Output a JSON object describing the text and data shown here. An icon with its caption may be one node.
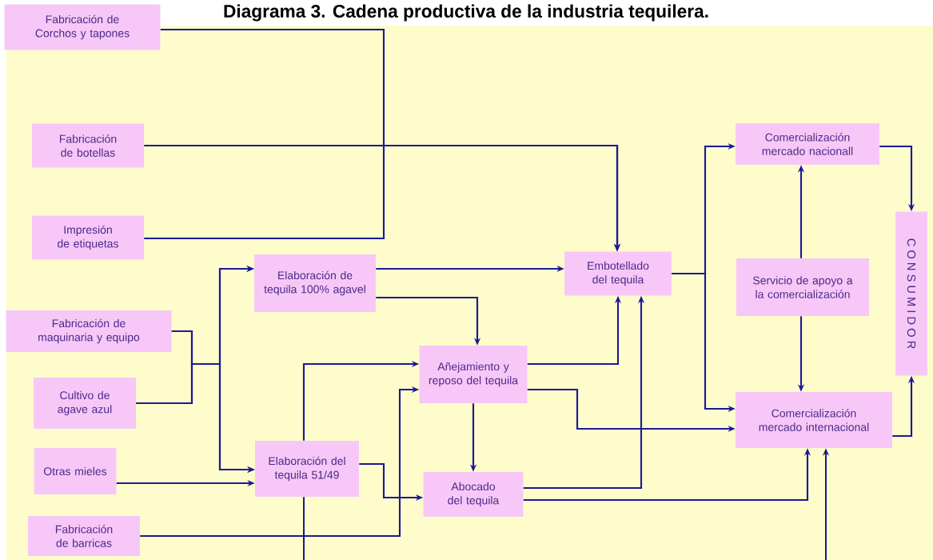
{
  "diagram": {
    "title": "Diagrama 3. Cadena productiva de la industria tequilera.",
    "nodes": [
      {
        "text": [
          "Fabricación de Corchos y tapones"
        ]
      },
      {
        "text": [
          "Fabricación de botellas"
        ]
      },
      {
        "text": [
          "Impresión de etiquetas"
        ]
      },
      {
        "text": [
          "Elaboración de tequila 100% agavel"
        ]
      },
      {
        "text": [
          "Fabricación de maquinaria y equipo"
        ]
      },
      {
        "text": [
          "Cultivo de agave azul"
        ]
      },
      {
        "text": [
          "Otras mieles"
        ]
      },
      {
        "text": [
          "Elaboración del tequila 51/49"
        ]
      },
      {
        "text": [
          "Fabricación de barricas"
        ]
      },
      {
        "text": [
          "Añejamiento y reposo del tequila"
        ]
      },
      {
        "text": [
          "Abocado del tequila"
        ]
      },
      {
        "text": [
          "Embotellado del tequila"
        ]
      },
      {
        "text": [
          "Comercialización mercado nacionall"
        ]
      },
      {
        "text": [
          "Servicio de apoyo a la comercialización"
        ]
      },
      {
        "text": [
          "C O N S U M I D O R"
        ]
      },
      {
        "text": [
          "Comercialización mercado internacional"
        ]
      }
    ],
    "edges": [
      {
        "from": 0,
        "to": 11,
        "arrow": "to"
      },
      {
        "from": 1,
        "to": 11,
        "arrow": "to"
      },
      {
        "from": 2,
        "to": 11,
        "arrow": "to"
      },
      {
        "from": 4,
        "to": 3,
        "arrow": "to"
      },
      {
        "from": 4,
        "to": 7,
        "arrow": "to"
      },
      {
        "from": 5,
        "to": 3,
        "arrow": "to"
      },
      {
        "from": 5,
        "to": 7,
        "arrow": "to"
      },
      {
        "from": 6,
        "to": 7,
        "arrow": "to"
      },
      {
        "from": 3,
        "to": 11,
        "arrow": "to"
      },
      {
        "from": 3,
        "to": 9,
        "arrow": "to"
      },
      {
        "from": 7,
        "to": 9,
        "arrow": "to"
      },
      {
        "from": 8,
        "to": 9,
        "arrow": "to"
      },
      {
        "from": 7,
        "to": 10,
        "arrow": "to"
      },
      {
        "from": 7,
        "to": null,
        "arrow": "none"
      },
      {
        "from": 9,
        "to": 10,
        "arrow": "to"
      },
      {
        "from": 9,
        "to": 11,
        "arrow": "to"
      },
      {
        "from": 9,
        "to": 15,
        "arrow": "to"
      },
      {
        "from": 10,
        "to": 11,
        "arrow": "to"
      },
      {
        "from": 10,
        "to": 15,
        "arrow": "to"
      },
      {
        "from": null,
        "to": 15,
        "arrow": "to"
      },
      {
        "from": 11,
        "to": 12,
        "arrow": "to"
      },
      {
        "from": 11,
        "to": 15,
        "arrow": "to"
      },
      {
        "from": 13,
        "to": 12,
        "arrow": "to"
      },
      {
        "from": 13,
        "to": 15,
        "arrow": "to"
      },
      {
        "from": 12,
        "to": 14,
        "arrow": "to"
      },
      {
        "from": 15,
        "to": 14,
        "arrow": "to"
      }
    ]
  }
}
